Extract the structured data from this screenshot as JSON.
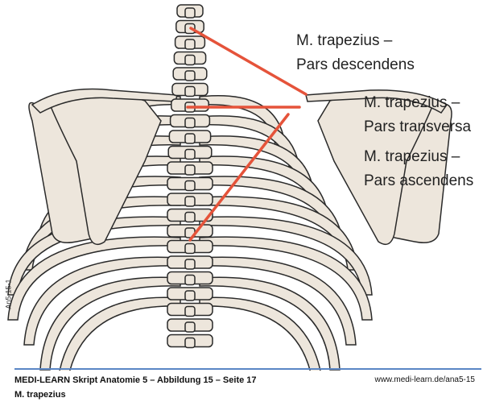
{
  "labels": [
    {
      "line1": "M. trapezius –",
      "line2": "Pars descendens"
    },
    {
      "line1": "M. trapezius –",
      "line2": "Pars transversa"
    },
    {
      "line1": "M. trapezius –",
      "line2": "Pars ascendens"
    }
  ],
  "figure_code": "An5-15-1",
  "footer": {
    "title": "MEDI-LEARN Skript Anatomie 5 – Abbildung 15 – Seite 17",
    "subtitle": "M. trapezius",
    "url": "www.medi-learn.de/ana5-15"
  },
  "colors": {
    "bone": "#ede6dc",
    "outline": "#2a2a2a",
    "muscle_line": "#e5533a",
    "rule": "#5a86c5"
  }
}
